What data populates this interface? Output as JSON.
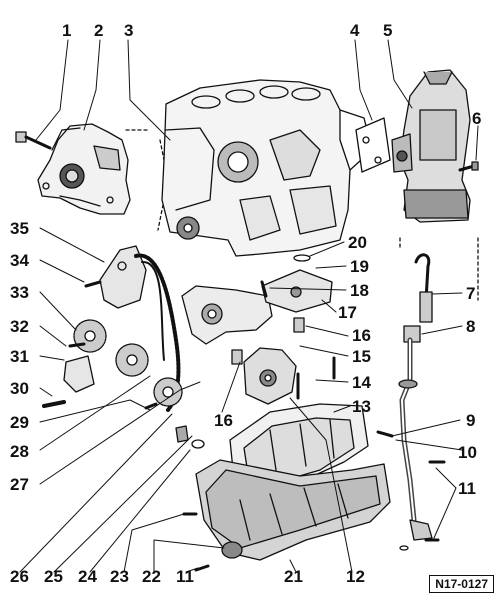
{
  "callouts": [
    "1",
    "2",
    "3",
    "4",
    "5",
    "6",
    "7",
    "8",
    "9",
    "10",
    "11",
    "12",
    "13",
    "14",
    "15",
    "16",
    "17",
    "18",
    "19",
    "20",
    "21",
    "22",
    "23",
    "24",
    "25",
    "26",
    "27",
    "28",
    "29",
    "30",
    "31",
    "32",
    "33",
    "34",
    "35"
  ],
  "callout_16_second": "16",
  "callout_11_second": "11",
  "figure_reference": "N17-0127"
}
